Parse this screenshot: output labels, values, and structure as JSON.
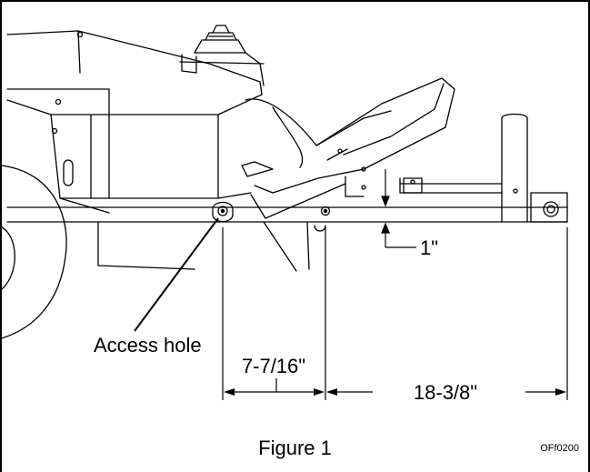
{
  "figure": {
    "caption": "Figure 1",
    "code": "OFf0200"
  },
  "labels": {
    "access_hole": "Access hole",
    "gap": "1\"",
    "dim_left": "7-7/16\"",
    "dim_right": "18-3/8\""
  }
}
